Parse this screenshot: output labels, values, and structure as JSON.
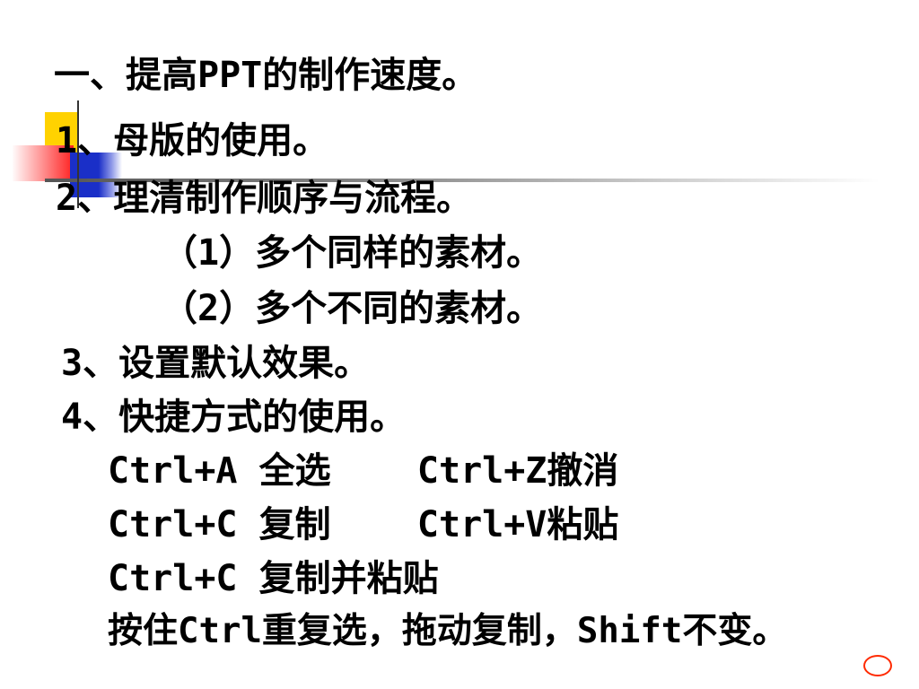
{
  "slide": {
    "title": "一、提高PPT的制作速度。",
    "items": [
      "1、母版的使用。",
      "2、理清制作顺序与流程。",
      "（1）多个同样的素材。",
      "（2）多个不同的素材。",
      "3、设置默认效果。",
      "4、快捷方式的使用。"
    ],
    "shortcuts": [
      "Ctrl+A 全选    Ctrl+Z撤消",
      "Ctrl+C 复制    Ctrl+V粘贴",
      "Ctrl+C 复制并粘贴",
      "按住Ctrl重复选，拖动复制，Shift不变。"
    ]
  },
  "colors": {
    "text": "#000000",
    "deco_yellow": "#ffd200",
    "deco_blue": "#1a2fc8",
    "deco_red": "#ff2020",
    "circle": "#ff2a00"
  },
  "icons": {
    "corner": "circle-outline-icon"
  }
}
